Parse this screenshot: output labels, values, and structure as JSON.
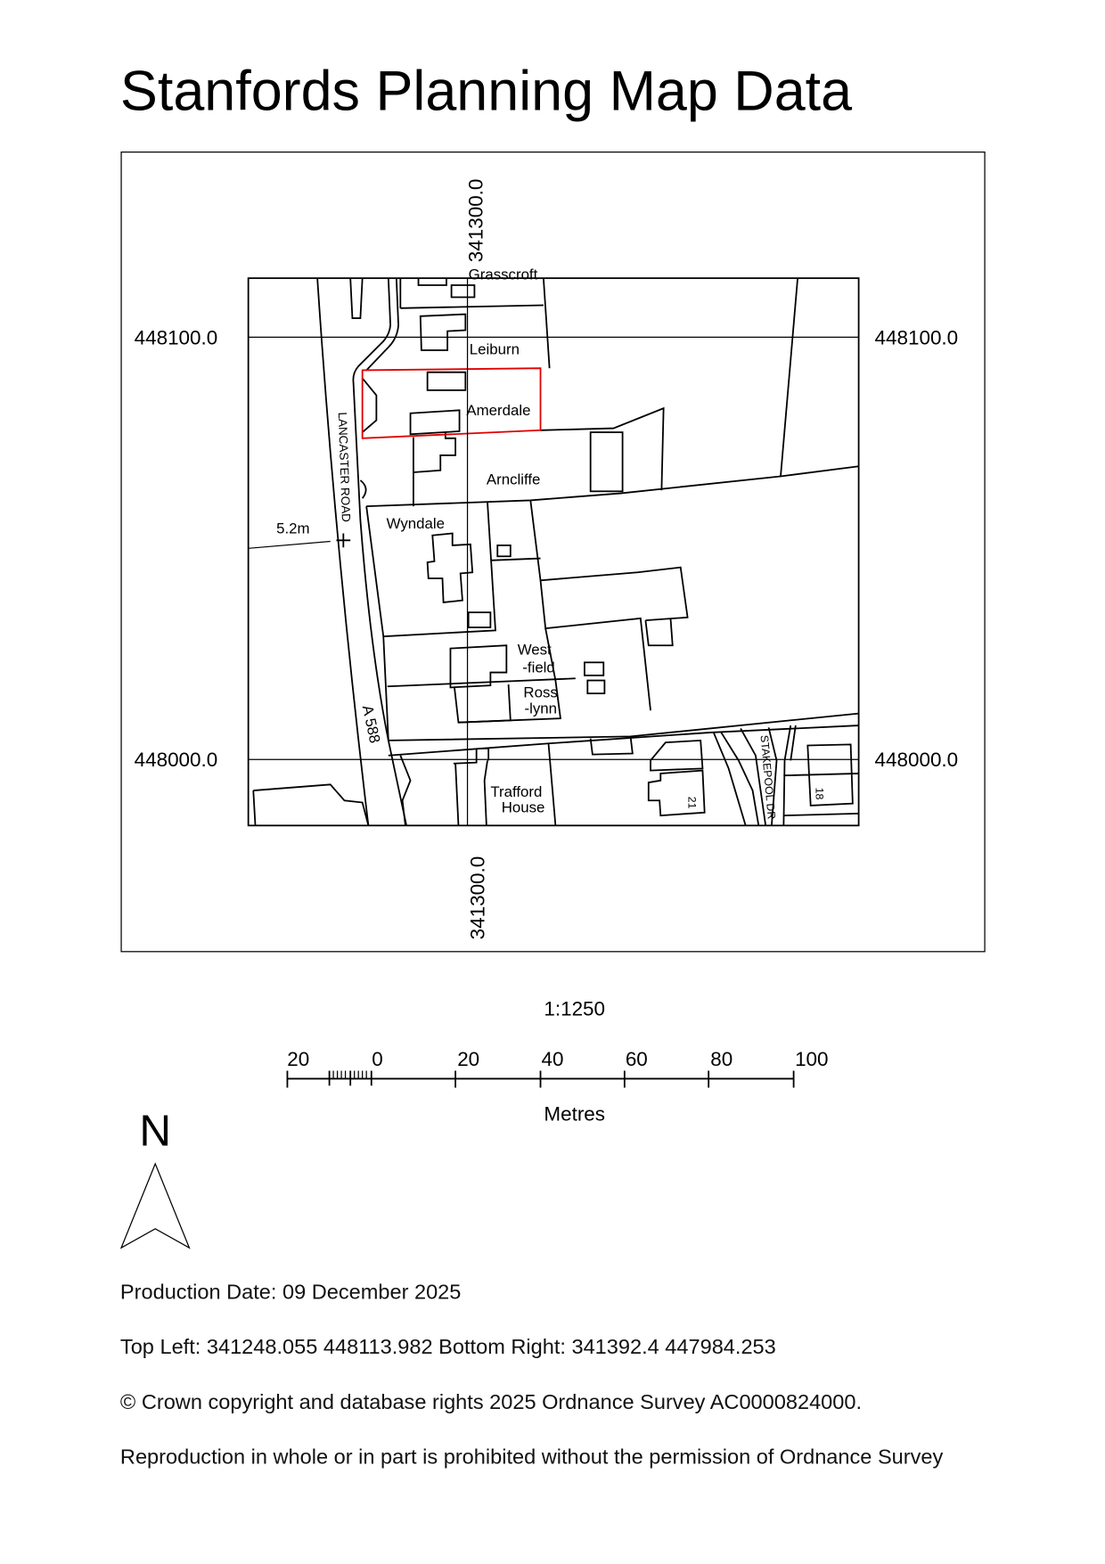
{
  "title": "Stanfords Planning Map Data",
  "grid": {
    "northing_top": "448100.0",
    "northing_bottom": "448000.0",
    "easting": "341300.0"
  },
  "map_labels": {
    "grasscroft": "Grasscroft",
    "leiburn": "Leiburn",
    "amerdale": "Amerdale",
    "arncliffe": "Arncliffe",
    "wyndale": "Wyndale",
    "west1": "West",
    "west2": "-field",
    "ross1": "Ross",
    "ross2": "-lynn",
    "trafford1": "Trafford",
    "trafford2": "House",
    "lancaster_road": "LANCASTER ROAD",
    "a588": "A 588",
    "stakepool": "STAKEPOOL DR",
    "spot_height": "5.2m",
    "house_21": "21",
    "house_18": "18"
  },
  "highlight_color": "#e00000",
  "scale": {
    "ratio": "1:1250",
    "ticks": [
      "20",
      "0",
      "20",
      "40",
      "60",
      "80",
      "100"
    ],
    "unit": "Metres"
  },
  "north_label": "N",
  "footer": {
    "production_date": "Production Date: 09 December 2025",
    "extent": "Top Left: 341248.055 448113.982 Bottom Right: 341392.4 447984.253",
    "copyright": "© Crown copyright and database rights 2025 Ordnance Survey AC0000824000.",
    "reproduction": "Reproduction in whole or in part is prohibited without the permission of Ordnance Survey"
  }
}
